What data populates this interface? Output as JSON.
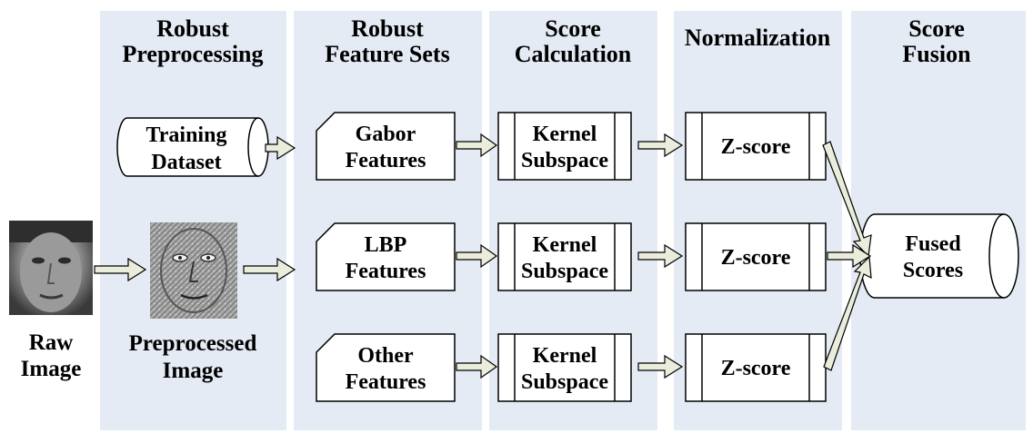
{
  "columns": [
    {
      "title_line1": "Robust",
      "title_line2": "Preprocessing"
    },
    {
      "title_line1": "Robust",
      "title_line2": "Feature Sets"
    },
    {
      "title_line1": "Score",
      "title_line2": "Calculation"
    },
    {
      "title_line1": "Normalization",
      "title_line2": ""
    },
    {
      "title_line1": "Score",
      "title_line2": "Fusion"
    }
  ],
  "raw_image": {
    "caption_line1": "Raw",
    "caption_line2": "Image",
    "image": "face-photo"
  },
  "preprocessed_image": {
    "caption_line1": "Preprocessed",
    "caption_line2": "Image",
    "image": "face-edge-map"
  },
  "training_dataset": {
    "line1": "Training",
    "line2": "Dataset"
  },
  "features": [
    {
      "line1": "Gabor",
      "line2": "Features"
    },
    {
      "line1": "LBP",
      "line2": "Features"
    },
    {
      "line1": "Other",
      "line2": "Features"
    }
  ],
  "kernel": [
    {
      "line1": "Kernel",
      "line2": "Subspace"
    },
    {
      "line1": "Kernel",
      "line2": "Subspace"
    },
    {
      "line1": "Kernel",
      "line2": "Subspace"
    }
  ],
  "zscore": [
    {
      "label": "Z-score"
    },
    {
      "label": "Z-score"
    },
    {
      "label": "Z-score"
    }
  ],
  "fused": {
    "line1": "Fused",
    "line2": "Scores"
  },
  "colors": {
    "band": "#e4ebf4",
    "arrow_fill": "#eaeddb",
    "stroke": "#000000"
  }
}
